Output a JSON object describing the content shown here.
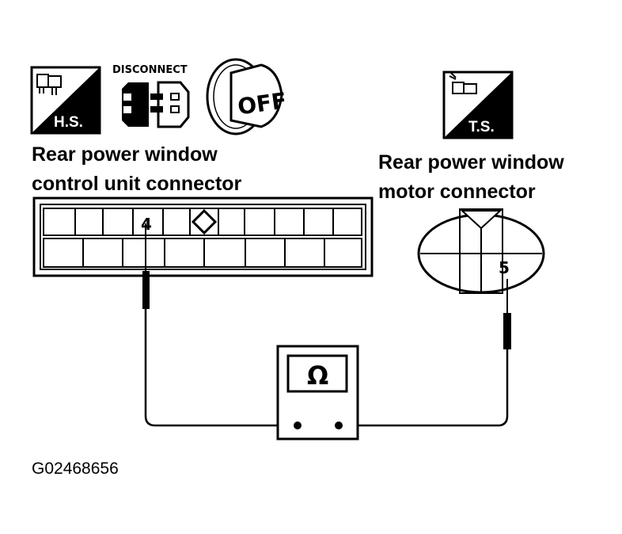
{
  "icons": {
    "hs_label": "H.S.",
    "ts_label": "T.S.",
    "disconnect_label": "DISCONNECT",
    "off_label": "OFF"
  },
  "control_unit": {
    "title_line1": "Rear power window",
    "title_line2": "control unit connector",
    "terminal": "4"
  },
  "motor": {
    "title_line1": "Rear power window",
    "title_line2": "motor connector",
    "terminal": "5"
  },
  "meter": {
    "symbol": "Ω"
  },
  "figure_id": "G02468656"
}
